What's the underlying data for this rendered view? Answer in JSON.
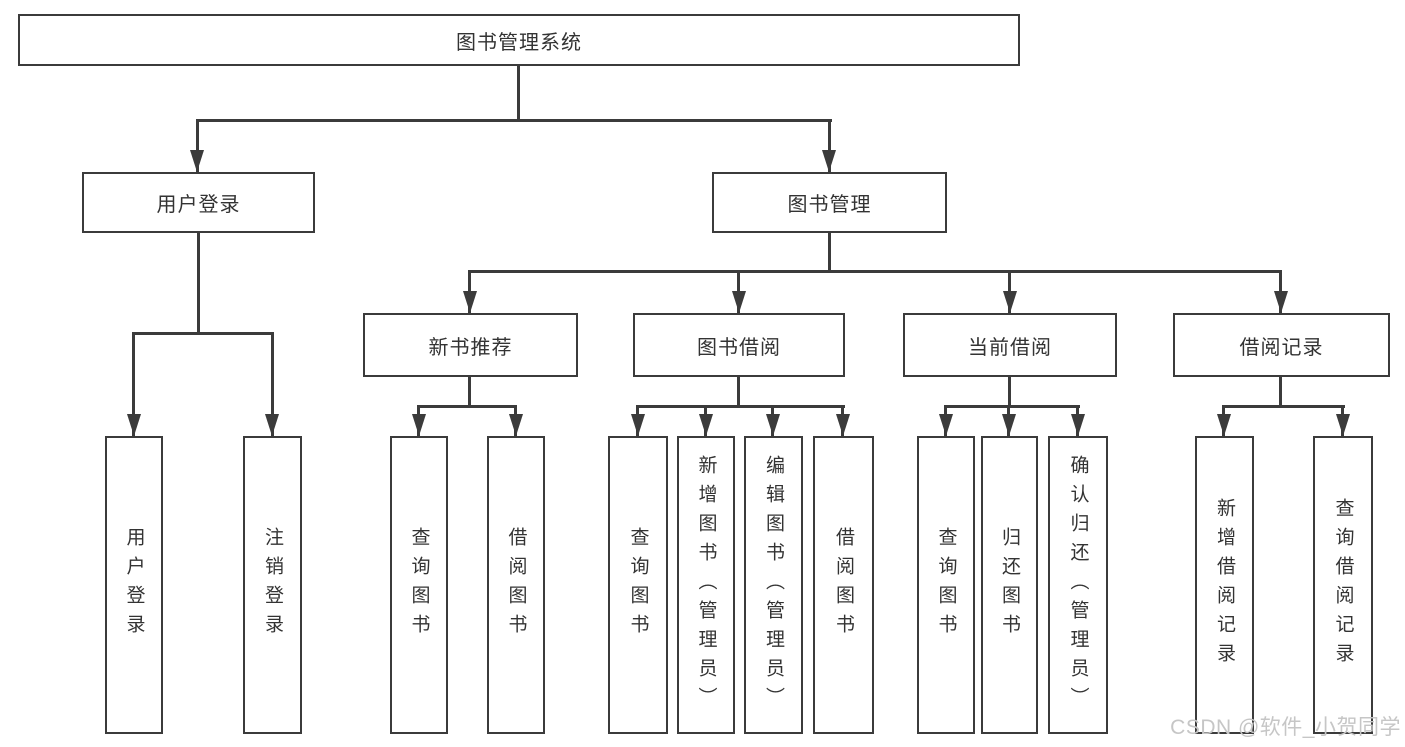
{
  "diagram": {
    "type": "functional-structure-tree",
    "colors": {
      "line": "#3b3b3b",
      "text": "#333333",
      "box_fill": "#ffffff",
      "background": "#ffffff",
      "watermark": "#c6c6c6"
    },
    "tree": {
      "label": "图书管理系统",
      "children": [
        {
          "label": "用户登录",
          "children": [
            {
              "label": "用户登录"
            },
            {
              "label": "注销登录"
            }
          ]
        },
        {
          "label": "图书管理",
          "children": [
            {
              "label": "新书推荐",
              "children": [
                {
                  "label": "查询图书"
                },
                {
                  "label": "借阅图书"
                }
              ]
            },
            {
              "label": "图书借阅",
              "children": [
                {
                  "label": "查询图书"
                },
                {
                  "label": "新增图书（管理员）"
                },
                {
                  "label": "编辑图书（管理员）"
                },
                {
                  "label": "借阅图书"
                }
              ]
            },
            {
              "label": "当前借阅",
              "children": [
                {
                  "label": "查询图书"
                },
                {
                  "label": "归还图书"
                },
                {
                  "label": "确认归还（管理员）"
                }
              ]
            },
            {
              "label": "借阅记录",
              "children": [
                {
                  "label": "新增借阅记录"
                },
                {
                  "label": "查询借阅记录"
                }
              ]
            }
          ]
        }
      ]
    },
    "watermark": {
      "text": "CSDN @软件_小贺同学"
    }
  }
}
